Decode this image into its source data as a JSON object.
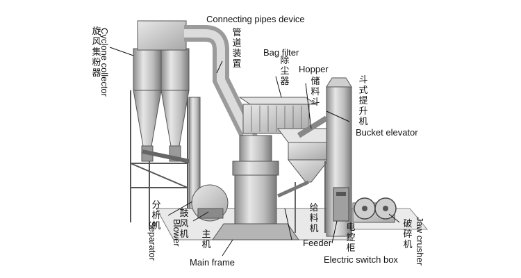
{
  "labels": {
    "connecting_pipes": "Connecting pipes device",
    "bag_filter": "Bag filter",
    "hopper": "Hopper",
    "bucket_elevator": "Bucket elevator",
    "feeder": "Feeder",
    "electric_switch_box": "Electric switch box",
    "main_frame": "Main frame",
    "blower": "Blower",
    "separator": "Separator",
    "cyclone_collector": "Cyclone collector",
    "jaw_crusher": "Jaw crusher"
  },
  "labels_zh": {
    "cyclone_collector": "旋风集粉器",
    "connecting_pipes": "管道装置",
    "bag_filter": "除尘器",
    "hopper": "储料斗",
    "bucket_elevator": "斗式提升机",
    "separator": "分析机",
    "blower": "鼓风机",
    "main_frame": "主机",
    "feeder": "给料机",
    "electric_switch_box": "电控柜",
    "jaw_crusher": "破碎机"
  },
  "colors": {
    "ink": "#111111",
    "metal_light": "#d9d9d9",
    "metal_mid": "#a9a9a9",
    "metal_dark": "#6f6f6f"
  }
}
